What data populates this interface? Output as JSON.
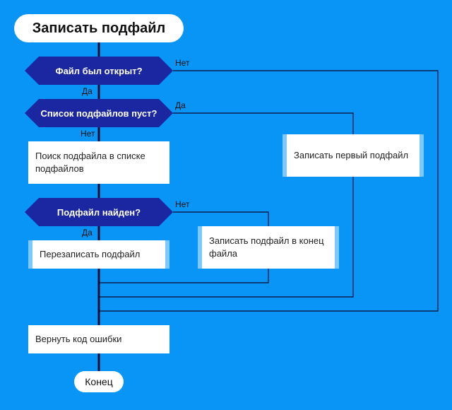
{
  "colors": {
    "background": "#0895f5",
    "decision_fill": "#1a27a0",
    "box_fill": "#ffffff",
    "connector": "#0a0a33",
    "subroutine_edge": "#7fc8ff"
  },
  "flowchart": {
    "start": "Записать подфайл",
    "decisions": {
      "file_opened": "Файл был открыт?",
      "list_empty": "Список подфайлов пуст?",
      "subfile_found": "Подфайл найден?"
    },
    "processes": {
      "search_subfile": "Поиск подфайла в списке подфайлов",
      "overwrite_subfile": "Перезаписать подфайл",
      "write_end_of_file": "Записать подфайл в конец файла",
      "write_first_subfile": "Записать первый подфайл",
      "return_error_code": "Вернуть код ошибки"
    },
    "labels": {
      "yes": "Да",
      "no": "Нет"
    },
    "end": "Конец"
  }
}
